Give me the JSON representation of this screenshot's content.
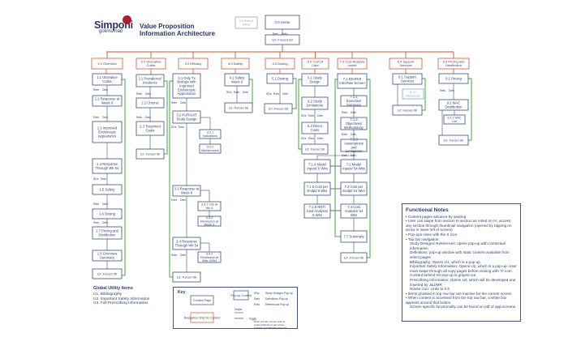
{
  "header": {
    "logo_word": "Simponi",
    "logo_sub": "golimumab",
    "title_line1": "Value Proposition",
    "title_line2": "Information Architecture"
  },
  "colors": {
    "orange": "#d05a2c",
    "blue": "#3d4d80",
    "green": "#49a245",
    "gray": "#8fa3bd"
  },
  "home": {
    "label": "0.0 Home",
    "ghost": "0.0 Reel of Intros",
    "isi": "U2. Forced ISI"
  },
  "sections": [
    {
      "id": "1.0",
      "label": "1.0 Overview"
    },
    {
      "id": "2.0",
      "label": "2.0 Ulcerative Colitis"
    },
    {
      "id": "3.0",
      "label": "3.0 Efficacy"
    },
    {
      "id": "4.0",
      "label": "4.0 Safety"
    },
    {
      "id": "5.0",
      "label": "5.0 Dosing"
    },
    {
      "id": "6.0",
      "label": "6.0 Cost of Care"
    },
    {
      "id": "7.0",
      "label": "7.0 Cost Analysis model"
    },
    {
      "id": "8.0",
      "label": "8.0 Support Services"
    },
    {
      "id": "9.0",
      "label": "9.0 Pricing and Distribution"
    }
  ],
  "nodes": {
    "n1_1": "1.1 Ulcerative Colitis",
    "n1_2": "1.2 Response at Week 6",
    "n1_3": "1.3 Improved Endoscopic Appearance",
    "n1_4": "1.4 Response Through Wk 54",
    "n1_5": "1.5 Safety",
    "n1_6": "1.6 Dosing",
    "n1_7": "1.7 Pricing and Distribution",
    "n1_8": "1.8 Overview Summary",
    "n1_isi": "U2. Forced ISI",
    "n2_1": "2.1 Prevalence/ Incidence",
    "n2_2": "2.2 Chronic",
    "n2_3": "2.3 Treatment Goals",
    "n2_isi": "U2. Forced ISI",
    "n3_1": "3.1 Only Tx Biologic with Improved Endoscopic Appearance",
    "n3_2": "3.2 PURSUIT Study Design",
    "n3_21": "3.2.1 Indications",
    "n3_22": "3.2.2 Maintenance",
    "n3_3": "3.3 Response at Week 6",
    "n3_31": "3.3.1 Clin at Wk 6",
    "n3_32": "3.3.2 Remission at Week 6",
    "n3_4": "3.4 Response Through Wk 54",
    "n3_41": "3.4.1 Remission at Wks 30/54",
    "n3_isi": "U2. Forced ISI",
    "n4_1": "4.1 Safety Week 6",
    "n4_isi": "U2. Forced ISI",
    "n5_1": "5.1 Dosing",
    "n5_isi": "U2. Forced ISI",
    "n6_1": "6.1 Study Design",
    "n6_2": "6.2 Study Limitations",
    "n6_3": "6.3 Direct Costs",
    "n6_isi": "U2. Forced ISI",
    "n7_1": "7.1 EDARIS Intro/Nav Screen",
    "n7_11": "7.1.1 Executive Summary",
    "n7_12": "7.1.2 Objectives/ Methodology",
    "n7_13": "7.1.3 Assumptions and Limitations",
    "n7_14": "7.1.4 Model Inputs/ 6 Wks",
    "n7_15": "7.1.5 Cost per Endpt/ 6 Wks",
    "n7_16": "7.1.6 NNT/ Cost Analysis/ 6 Wks",
    "n7_a": "7.2 Model Inputs/ 54 Wks",
    "n7_b": "7.3 Cost per Endpt/ 54 Wks",
    "n7_c": "7.4 Cost Analysis/ 54 Wks",
    "n7_sum": "7.7 Summary",
    "n7_isi": "U2. Forced ISI",
    "n8_1": "8.1 Support Services",
    "n8_g": "8.1.1 Resources",
    "n8_isi": "U2. Forced ISI",
    "n9_1": "9.1 Pricing",
    "n9_2": "9.2 WAC Distribution",
    "n9_21": "9.2.1 WAC List",
    "n9_isi": "U2. Forced ISI"
  },
  "tags": {
    "refs": "Refs",
    "defs": "Defs",
    "sds": "SDs"
  },
  "functional_notes": {
    "title": "Functional Notes",
    "items": [
      "• Content pages advance by swiping",
      "• User can swipe from section to section as noted on IA; access any section through thumbnail navigation (opened by tapping on arrow in lower left of screen)",
      "• Pop-ups close with the X icon",
      "• Top bar navigation:",
      "Study Designs/ References: opens pop-up with contextual information",
      "Definitions: pop-up window with static content available from select pages",
      "Bibliography: Opens U1, which is a pop-up.",
      "Important Safety Information: Opens U2, which is a pop-up. User must swipe through all copy pages before closing with 'X' icon. Content behind ISI pop-up is grayed out.",
      "Prescribing Information: Opens U3, which will be developed and inserted by J&J/MR",
      "House icon: Links to 0.0",
      "• Items ghosted in top nav bar are inactive for the current screen",
      "• When content is accessed from the top nav bar, a white box appears around that button",
      "Screen specific functionality can be found on pdf of app screens."
    ]
  },
  "global_utility": {
    "title": "Global Utility Items",
    "items": [
      "U1. Bibliography",
      "U2. Important Safety Information",
      "U3. Full Prescribing Information"
    ]
  },
  "key": {
    "title": "Key",
    "content_page": "Content Page",
    "popup": "Pop-up Content",
    "nav_only": "Navigation Only No Content",
    "swipe": "Swipe",
    "toggle": "Toggle",
    "sds_desc": "Study Designs Pop-up",
    "defs_desc": "Definitions Pop-up",
    "refs_desc": "References Pop-up",
    "footnote": "Each primary screen and its related Refs/pop-ups share content of super-key pop-ups."
  }
}
